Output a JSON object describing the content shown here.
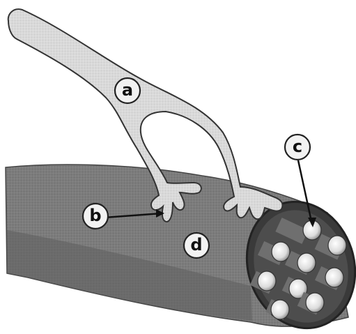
{
  "labels": {
    "a": "a",
    "b": "b",
    "c": "c",
    "d": "d"
  },
  "colors": {
    "muscle_fill": "#7a7a7a",
    "muscle_dark": "#4a4a4a",
    "nerve_fill": "#d8d8d8",
    "outline": "#222222",
    "fiber_fill": "#efefef",
    "fiber_dark": "#555555"
  }
}
